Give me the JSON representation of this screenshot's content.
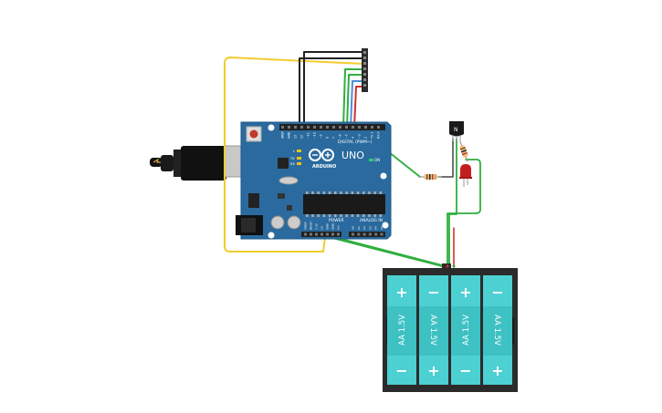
{
  "board": {
    "brand": "ARDUINO",
    "model": "UNO",
    "digital_label": "DIGITAL (PWM~)",
    "power_label": "POWER",
    "analog_label": "ANALOG IN",
    "on_label": "ON",
    "led_labels": [
      "L",
      "TX",
      "RX"
    ],
    "header_top_labels": [
      "AREF",
      "GND",
      "13",
      "12",
      "~11",
      "~10",
      "~9",
      "8",
      "7",
      "~6",
      "~5",
      "4",
      "~3",
      "2",
      "TX 1",
      "RX 0"
    ],
    "power_pin_labels": [
      "IOREF",
      "RESET",
      "3.3V",
      "5V",
      "GND",
      "GND",
      "Vin"
    ],
    "analog_pin_labels": [
      "A0",
      "A1",
      "A2",
      "A3",
      "A4",
      "A5"
    ]
  },
  "battery_pack": {
    "cells": [
      {
        "label": "AA 1.5V",
        "top": "+",
        "bottom": "−"
      },
      {
        "label": "AA 1.5V",
        "top": "−",
        "bottom": "+"
      },
      {
        "label": "AA 1.5V",
        "top": "+",
        "bottom": "−"
      },
      {
        "label": "AA 1.5V",
        "top": "−",
        "bottom": "+"
      }
    ]
  },
  "transistor": {
    "marking": "N"
  },
  "colors": {
    "board": "#2a6a9e",
    "wire_yellow": "#f2cc2e",
    "wire_green": "#2fae3f",
    "wire_black": "#222222",
    "wire_red": "#d23030",
    "wire_blue": "#4a8fd8",
    "battery_cell": "#3ec1c3",
    "battery_case": "#2b2b2b",
    "led_red": "#c41e1e"
  }
}
